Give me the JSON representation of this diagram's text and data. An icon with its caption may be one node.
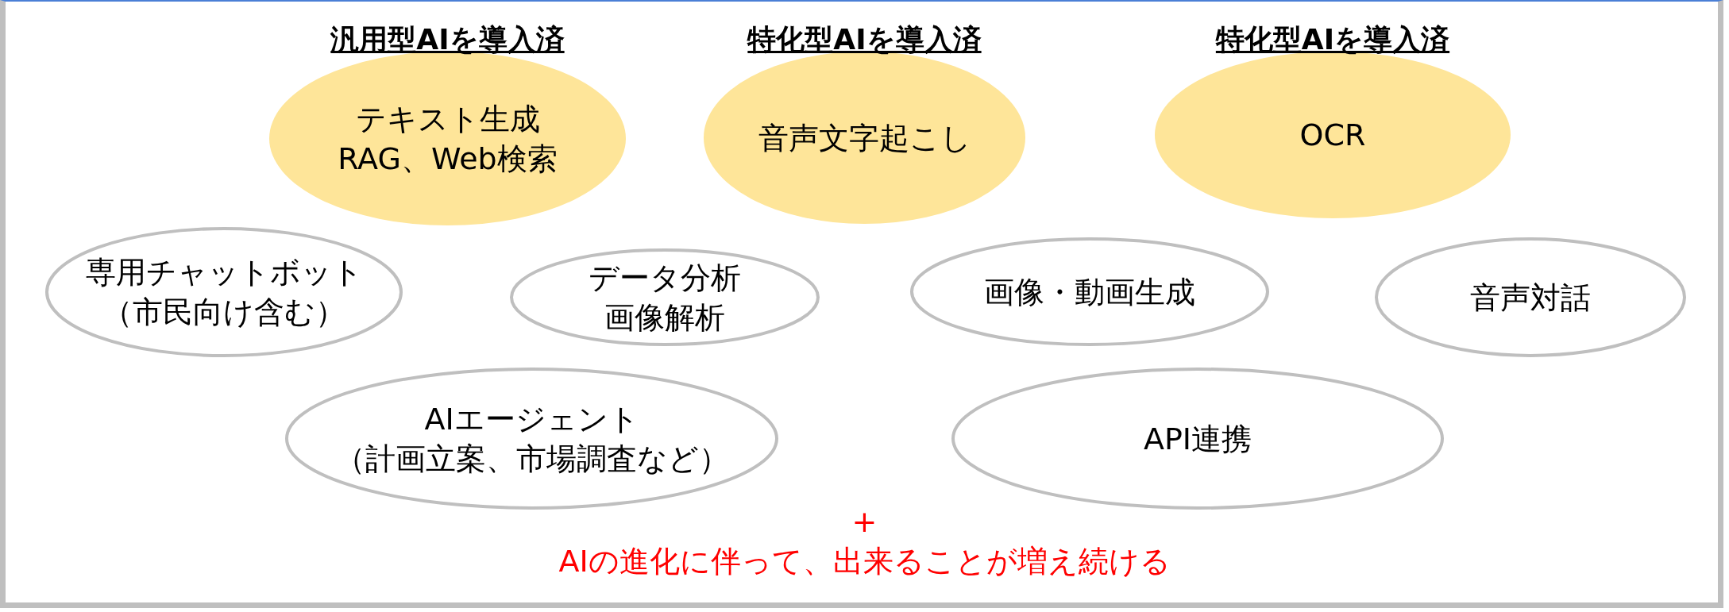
{
  "diagram": {
    "nodes": [
      {
        "text": [
          "汎用型AIを導入済",
          "テキスト生成",
          "RAG、Web検索"
        ]
      },
      {
        "text": [
          "特化型AIを導入済",
          "音声文字起こし"
        ]
      },
      {
        "text": [
          "特化型AIを導入済",
          "OCR"
        ]
      },
      {
        "text": [
          "専用チャットボット",
          "（市民向け含む）"
        ]
      },
      {
        "text": [
          "データ分析",
          "画像解析"
        ]
      },
      {
        "text": [
          "画像・動画生成"
        ]
      },
      {
        "text": [
          "音声対話"
        ]
      },
      {
        "text": [
          "AIエージェント",
          "（計画立案、市場調査など）"
        ]
      },
      {
        "text": [
          "API連携"
        ]
      }
    ],
    "labels": [
      "+",
      "AIの進化に伴って、出来ることが増え続ける"
    ]
  }
}
